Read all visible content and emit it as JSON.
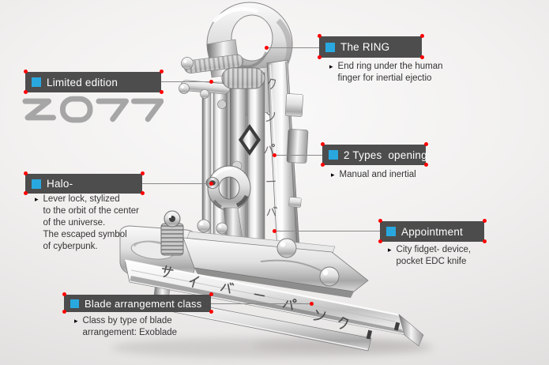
{
  "colors": {
    "accent_cyan": "#29a8e0",
    "label_bg": "rgba(66,66,66,0.94)",
    "label_text": "#ffffff",
    "marker_red": "#ff0000",
    "leader_gray": "#8a8a8a",
    "desc_text": "#343434",
    "brand_gray": "#a6a6a6"
  },
  "ui": {
    "bullet": "▸"
  },
  "brand": {
    "year": "2077"
  },
  "annotations": [
    {
      "label": "The RING",
      "desc": "End ring under the human\nfinger for inertial ejectio"
    },
    {
      "label": "Limited edition",
      "desc": ""
    },
    {
      "label": "2 Types  opening",
      "desc": "Manual and inertial"
    },
    {
      "label": "Halo-",
      "desc": "Lever lock, stylized\nto the orbit of the center\nof the universe.\nThe escaped symbol\nof cyberpunk."
    },
    {
      "label": "Appointment",
      "desc": "City fidget- device,\npocket EDC knife"
    },
    {
      "label": "Blade arrangement class",
      "desc": "Class by type of blade\narrangement: Exoblade"
    }
  ],
  "device": {
    "engravings": {
      "blade": "サイバーパンク",
      "rail": "クンパーバ"
    }
  }
}
